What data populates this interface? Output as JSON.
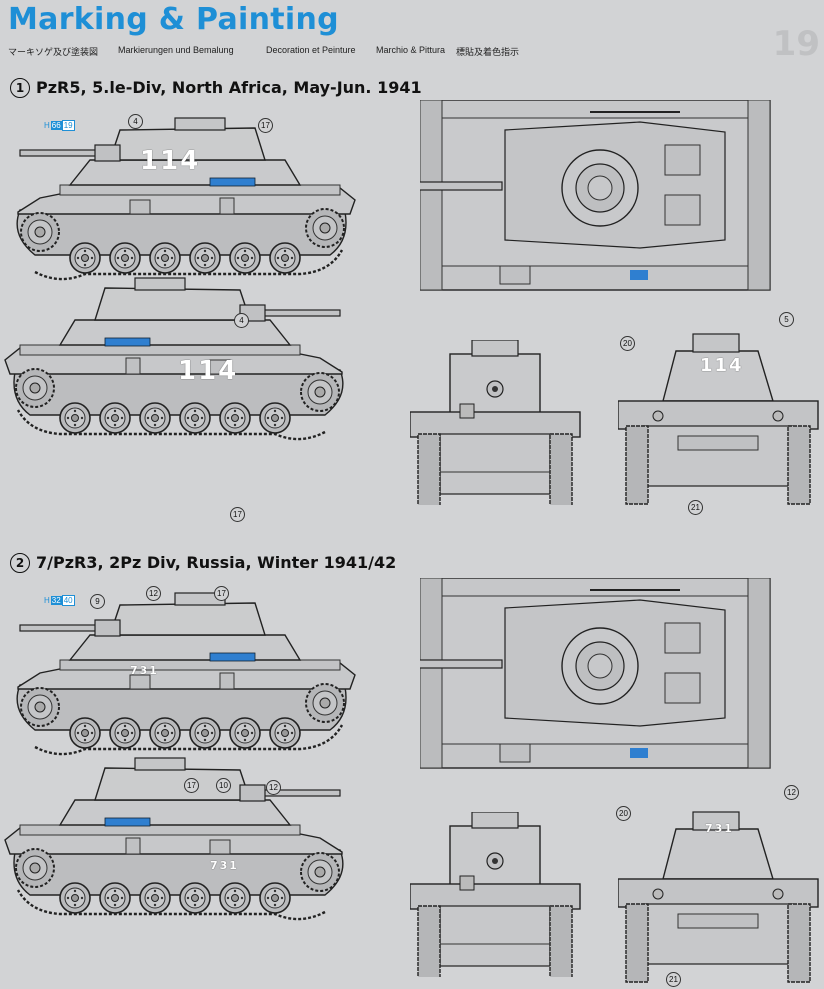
{
  "header": {
    "title": "Marking & Painting",
    "languages": [
      "マーキソゲ及び塗装図",
      "Markierungen und Bemalung",
      "Decoration et Peinture",
      "Marchio & Pittura",
      "標貼及着色指示"
    ]
  },
  "schemes": [
    {
      "number": "1",
      "label": "PzR5, 5.le-Div, North Africa, May-Jun. 1941",
      "turret_number": "114",
      "color_code": {
        "prefix": "H",
        "a": "66",
        "b": "19"
      },
      "callouts_side_left": [
        "4",
        "17"
      ],
      "callouts_side_right": [
        "4",
        "17"
      ],
      "callouts_rear": [
        "5",
        "20",
        "21"
      ]
    },
    {
      "number": "2",
      "label": "7/PzR3, 2Pz Div, Russia, Winter 1941/42",
      "turret_number": "731",
      "color_code": {
        "prefix": "H",
        "a": "32",
        "b": "40"
      },
      "callouts_side_left": [
        "9",
        "12",
        "17"
      ],
      "callouts_side_right": [
        "17",
        "10",
        "12"
      ],
      "callouts_rear": [
        "12",
        "20",
        "21"
      ]
    }
  ],
  "page_number": "19",
  "colors": {
    "title": "#1e8fd6",
    "paper": "#d2d3d5",
    "hull": "#c4c5c7",
    "line": "#2a2a2a",
    "accent": "#2f7fd0"
  }
}
